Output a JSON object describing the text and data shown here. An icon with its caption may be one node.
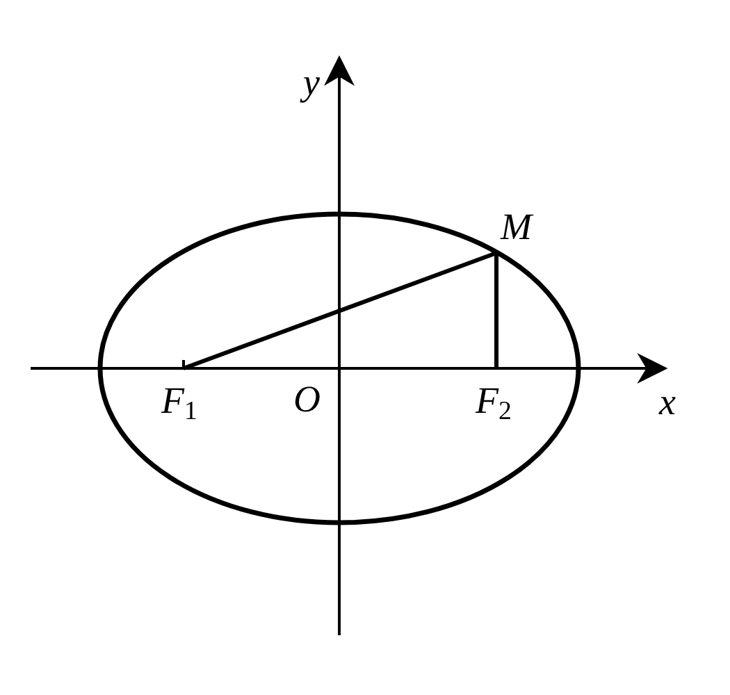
{
  "diagram": {
    "nodes": [
      {
        "text": [
          "F$_{1}$"
        ]
      },
      {
        "text": [
          "M"
        ]
      },
      {
        "text": [
          "F$_{2}$"
        ]
      }
    ],
    "edges": [
      {
        "from": 0,
        "to": 1,
        "arrow": "none"
      },
      {
        "from": 1,
        "to": 2,
        "arrow": "none"
      }
    ],
    "labels": [
      "y",
      "O",
      "x"
    ]
  }
}
